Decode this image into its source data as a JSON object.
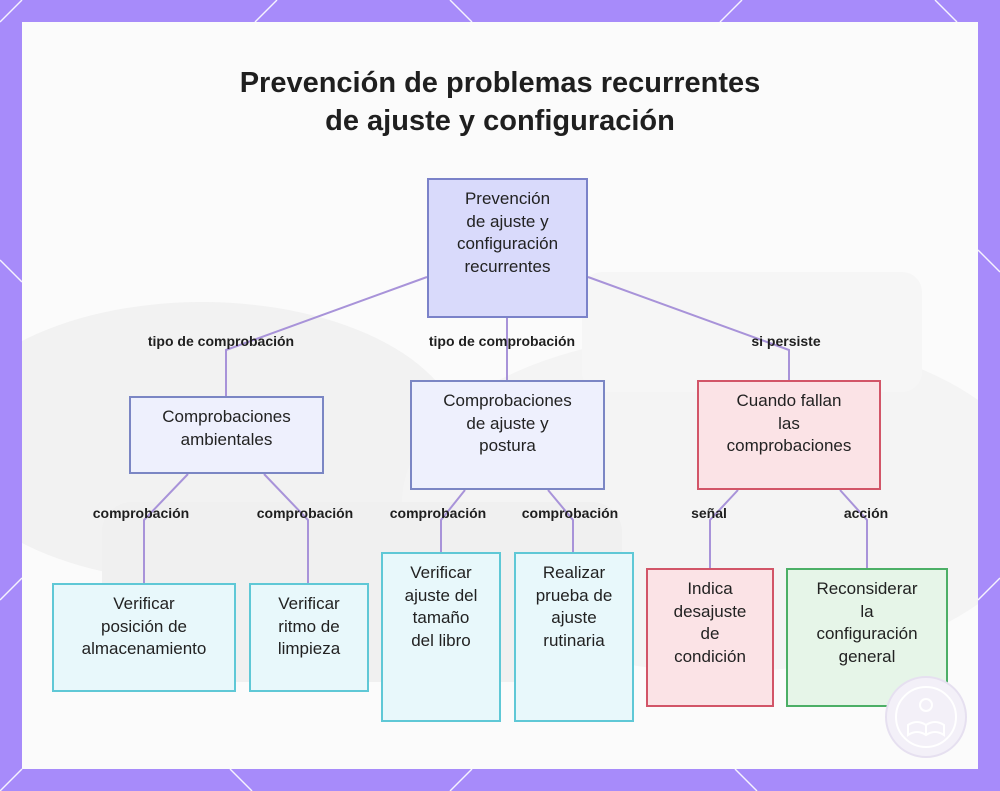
{
  "title_line1": "Prevención de problemas recurrentes",
  "title_line2": "de ajuste y configuración",
  "nodes": {
    "root": [
      "Prevención",
      "de ajuste y",
      "configuración",
      "recurrentes"
    ],
    "env": [
      "Comprobaciones",
      "ambientales"
    ],
    "fit": [
      "Comprobaciones",
      "de ajuste y",
      "postura"
    ],
    "fail": [
      "Cuando fallan",
      "las",
      "comprobaciones"
    ],
    "storage": [
      "Verificar",
      "posición de",
      "almacenamiento"
    ],
    "cleaning": [
      "Verificar",
      "ritmo de",
      "limpieza"
    ],
    "booksize": [
      "Verificar",
      "ajuste del",
      "tamaño",
      "del libro"
    ],
    "routine": [
      "Realizar",
      "prueba de",
      "ajuste",
      "rutinaria"
    ],
    "indicates": [
      "Indica",
      "desajuste",
      "de",
      "condición"
    ],
    "reconsider": [
      "Reconsiderar",
      "la",
      "configuración",
      "general"
    ]
  },
  "edge_labels": {
    "root_env": "tipo de comprobación",
    "root_fit": "tipo de comprobación",
    "root_fail": "si persiste",
    "env_storage": "comprobación",
    "env_cleaning": "comprobación",
    "fit_booksize": "comprobación",
    "fit_routine": "comprobación",
    "fail_indicates": "señal",
    "fail_reconsider": "acción"
  },
  "colors": {
    "frame": "#a78bfa",
    "edge": "#a893d9",
    "root_fill": "#d9dafb",
    "category_fill": "#eef0fd",
    "leaf_fill": "#e8f8fb",
    "alert_fill": "#fbe3e6",
    "action_fill": "#e6f5e8"
  },
  "icons": [
    "book-reader-icon"
  ]
}
